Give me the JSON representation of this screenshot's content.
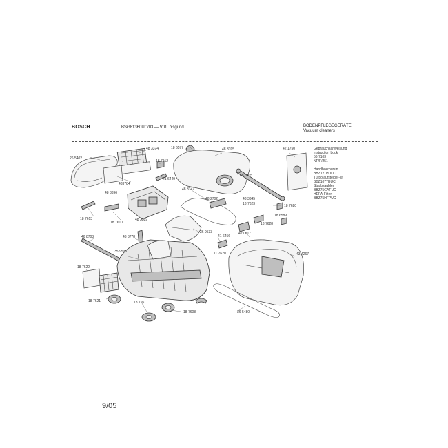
{
  "header": {
    "brand": "BOSCH",
    "model": "BSG81360UC/03 — V01. bisgund",
    "category_de": "BODENPFLEGEGERÄTE",
    "category_en": "Vacuum cleaners"
  },
  "parts": [
    {
      "id": "p_264402",
      "text": "26 5402"
    },
    {
      "id": "p_483374",
      "text": "48 3374"
    },
    {
      "id": "p_186577",
      "text": "18 6577"
    },
    {
      "id": "p_483395",
      "text": "48 3395"
    },
    {
      "id": "p_421750",
      "text": "42 1750"
    },
    {
      "id": "p_187612",
      "text": "18 7612"
    },
    {
      "id": "p_483784",
      "text": "483784"
    },
    {
      "id": "p_416449",
      "text": "41 6449"
    },
    {
      "id": "p_488105",
      "text": "48 8105"
    },
    {
      "id": "p_483396",
      "text": "48 3396"
    },
    {
      "id": "p_483347",
      "text": "48 3347"
    },
    {
      "id": "p_482702",
      "text": "48 2702"
    },
    {
      "id": "p_483345",
      "text": "48 3345"
    },
    {
      "id": "p_187623",
      "text": "18 7623"
    },
    {
      "id": "p_187620",
      "text": "18 7620"
    },
    {
      "id": "p_187613",
      "text": "18 7613"
    },
    {
      "id": "p_187610",
      "text": "18 7610"
    },
    {
      "id": "p_483589",
      "text": "48 3589"
    },
    {
      "id": "p_186589",
      "text": "18 6589"
    },
    {
      "id": "p_187628",
      "text": "18 7628"
    },
    {
      "id": "p_369533",
      "text": "36 9533"
    },
    {
      "id": "p_420617",
      "text": "42 0617"
    },
    {
      "id": "p_468703",
      "text": "46 8703"
    },
    {
      "id": "p_433778",
      "text": "43 3778"
    },
    {
      "id": "p_416456",
      "text": "41 6456"
    },
    {
      "id": "p_359596",
      "text": "35 9596"
    },
    {
      "id": "p_187622",
      "text": "18 7622"
    },
    {
      "id": "p_117620",
      "text": "11 7620"
    },
    {
      "id": "p_434267",
      "text": "43 4267"
    },
    {
      "id": "p_187621",
      "text": "18 7621"
    },
    {
      "id": "p_187951",
      "text": "18 7951"
    },
    {
      "id": "p_187608",
      "text": "18 7608"
    },
    {
      "id": "p_365480",
      "text": "36 5480"
    }
  ],
  "descriptions": [
    "Gebrauchsanweisung",
    "Instruction book",
    "56 7103",
    "NF/F/251",
    "Handbuerbursin",
    "BBZ121HDUC",
    "Turbo aufsteiger-kit",
    "BBZ107TBUC",
    "Staubsaubler",
    "BBZ75GAFUC",
    "HEPA-Filter",
    "BBZ75HFPUC"
  ],
  "footer": {
    "page": "9/05"
  }
}
